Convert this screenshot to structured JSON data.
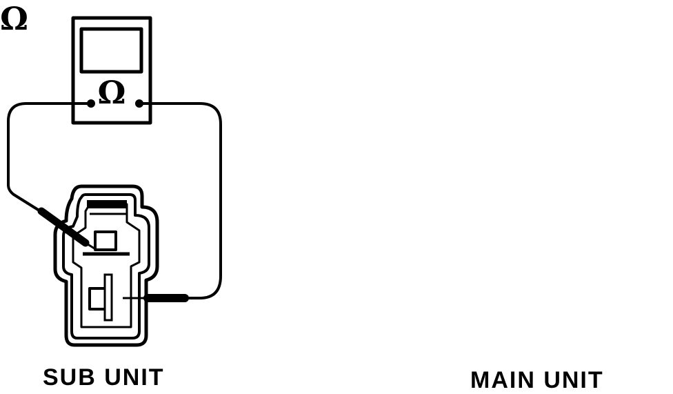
{
  "diagram": {
    "sub_unit": {
      "label": "SUB UNIT",
      "meter_symbol": "Ω"
    },
    "main_unit": {
      "label": "MAIN UNIT",
      "meter_symbol": "Ω"
    }
  },
  "colors": {
    "ink": "#000000",
    "paper": "#ffffff"
  }
}
